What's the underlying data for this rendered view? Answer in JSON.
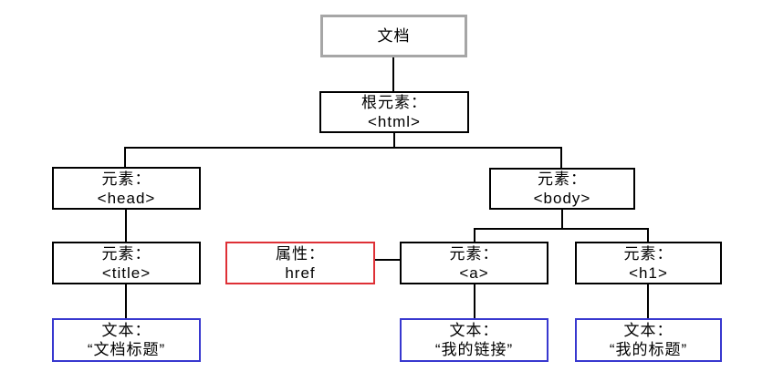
{
  "diagram": {
    "kind": "dom-tree",
    "colors": {
      "document_border": "#a6a6a6",
      "element_border": "#000000",
      "attribute_border": "#de3036",
      "text_border": "#3838cf",
      "line": "#000000",
      "background": "#ffffff"
    },
    "nodes": {
      "document": {
        "line1": "文档"
      },
      "html": {
        "line1": "根元素：",
        "line2": "<html>"
      },
      "head": {
        "line1": "元素：",
        "line2": "<head>"
      },
      "body": {
        "line1": "元素：",
        "line2": "<body>"
      },
      "title": {
        "line1": "元素：",
        "line2": "<title>"
      },
      "href_attr": {
        "line1": "属性：",
        "line2": "href"
      },
      "a": {
        "line1": "元素：",
        "line2": "<a>"
      },
      "h1": {
        "line1": "元素：",
        "line2": "<h1>"
      },
      "text_title": {
        "line1": "文本：",
        "line2": "“文档标题”"
      },
      "text_link": {
        "line1": "文本：",
        "line2": "“我的链接”"
      },
      "text_heading": {
        "line1": "文本：",
        "line2": "“我的标题”"
      }
    },
    "edges": [
      {
        "from": "document",
        "to": "html"
      },
      {
        "from": "html",
        "to": "head"
      },
      {
        "from": "html",
        "to": "body"
      },
      {
        "from": "head",
        "to": "title"
      },
      {
        "from": "title",
        "to": "text_title"
      },
      {
        "from": "href_attr",
        "to": "a"
      },
      {
        "from": "body",
        "to": "a"
      },
      {
        "from": "body",
        "to": "h1"
      },
      {
        "from": "a",
        "to": "text_link"
      },
      {
        "from": "h1",
        "to": "text_heading"
      }
    ]
  }
}
